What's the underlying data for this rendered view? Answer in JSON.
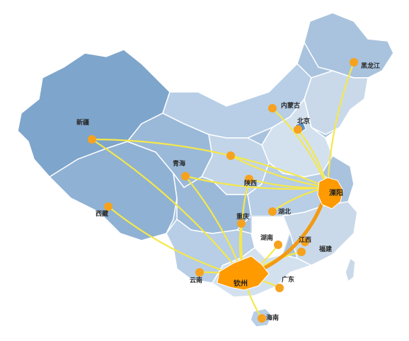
{
  "colors": {
    "land_light": "#c9d9ea",
    "land_mid": "#a9c3de",
    "land_dark": "#7ea5cc",
    "border": "#ffffff",
    "route": "#f5e84a",
    "node": "#f6a21e",
    "hub": "#ff9a00",
    "main_route": "#f39a12"
  },
  "cities": [
    {
      "id": "xinjiang",
      "name": "新疆"
    },
    {
      "id": "xizang",
      "name": "西藏"
    },
    {
      "id": "qinghai",
      "name": "青海"
    },
    {
      "id": "neimenggu",
      "name": "内蒙古"
    },
    {
      "id": "heilongjiang",
      "name": "黑龙江"
    },
    {
      "id": "beijing",
      "name": "北京"
    },
    {
      "id": "shaanxi",
      "name": "陕西"
    },
    {
      "id": "chongqing",
      "name": "重庆"
    },
    {
      "id": "hubei",
      "name": "湖北"
    },
    {
      "id": "hunan",
      "name": "湖南"
    },
    {
      "id": "jiangxi",
      "name": "江西"
    },
    {
      "id": "fujian",
      "name": "福建"
    },
    {
      "id": "yunnan",
      "name": "云南"
    },
    {
      "id": "guangdong",
      "name": "广东"
    },
    {
      "id": "hainan",
      "name": "海南"
    }
  ],
  "hubs": [
    {
      "id": "east-hub",
      "name": "溧阳"
    },
    {
      "id": "south-hub",
      "name": "钦州"
    }
  ]
}
